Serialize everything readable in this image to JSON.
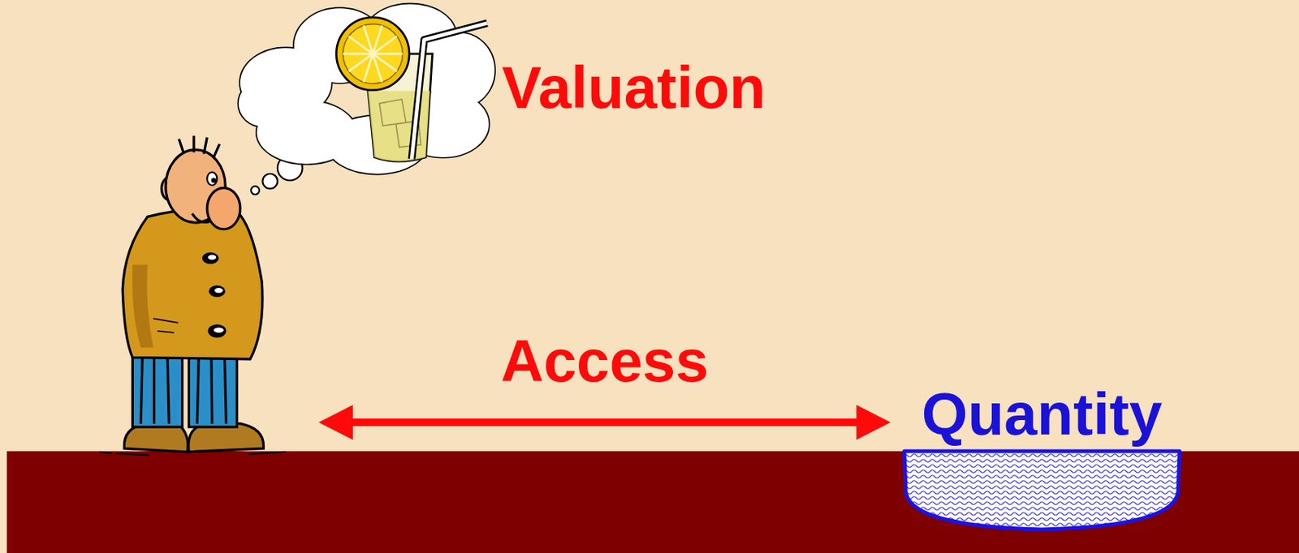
{
  "diagram": {
    "nodes": [
      {
        "text": [
          "Valuation"
        ]
      },
      {
        "text": [
          "Quantity"
        ]
      }
    ],
    "labels": [
      "Access"
    ]
  }
}
